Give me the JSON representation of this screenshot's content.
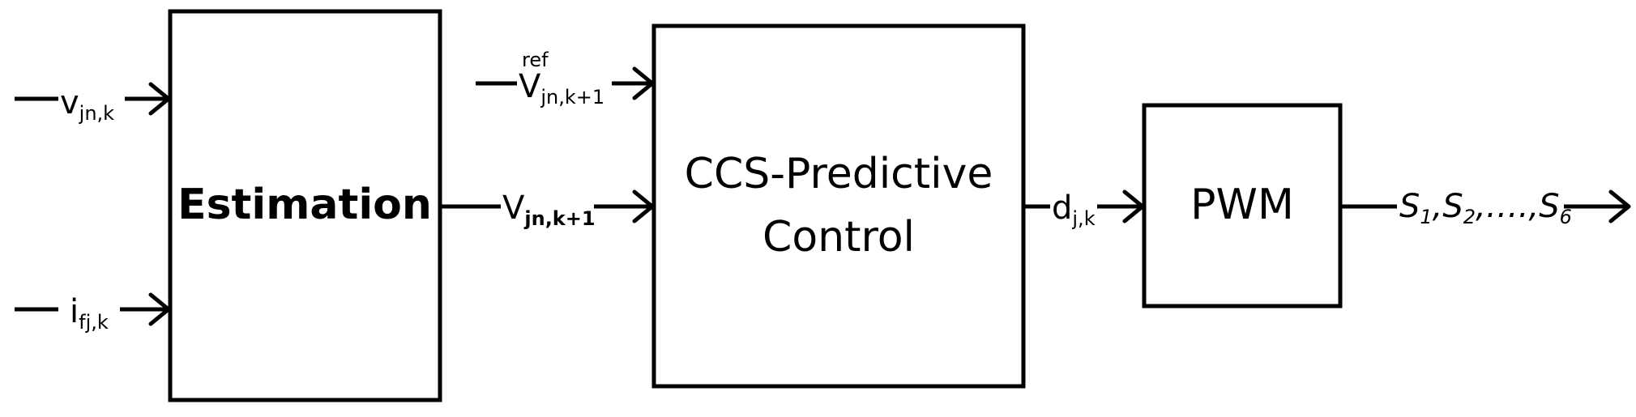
{
  "blocks": {
    "estimation": "Estimation",
    "predictive_line1": "CCS-Predictive",
    "predictive_line2": "Control",
    "pwm": "PWM"
  },
  "signals": {
    "v_in": {
      "base": "v",
      "sub": "jn,k"
    },
    "i_in": {
      "base": "i",
      "sub": "fj,k"
    },
    "v_ref": {
      "sup": "ref",
      "base": "V",
      "sub": "jn,k+1"
    },
    "v_est": {
      "base": "V",
      "sub": "jn,k+1"
    },
    "d_out": {
      "base": "d",
      "sub": "j,k"
    },
    "switches": {
      "s1": "S",
      "s1_sub": "1",
      "s2": "S",
      "s2_sub": "2",
      "dots": "….",
      "s6": "S",
      "s6_sub": "6",
      "sep": ","
    }
  }
}
